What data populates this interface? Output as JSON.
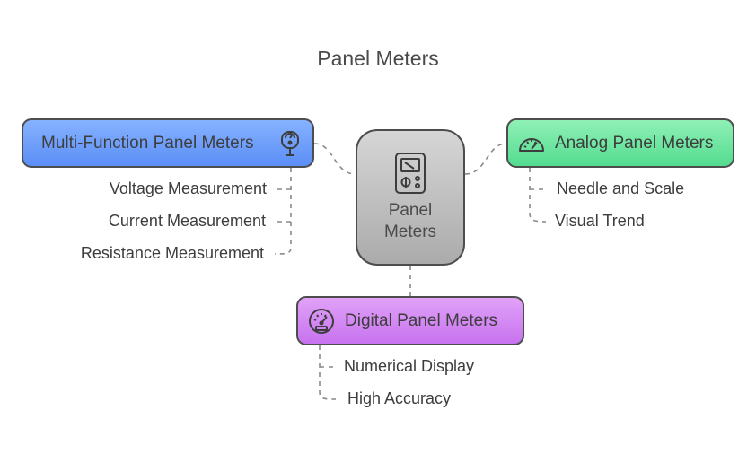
{
  "title": "Panel Meters",
  "center": {
    "label_line1": "Panel",
    "label_line2": "Meters",
    "icon": "multimeter-icon"
  },
  "branches": {
    "multi_function": {
      "label": "Multi-Function Panel Meters",
      "icon": "parking-meter-icon",
      "color": "#6b9bff",
      "items": [
        "Voltage Measurement",
        "Current Measurement",
        "Resistance Measurement"
      ]
    },
    "analog": {
      "label": "Analog Panel Meters",
      "icon": "gauge-icon",
      "color": "#5fe39a",
      "items": [
        "Needle and Scale",
        "Visual Trend"
      ]
    },
    "digital": {
      "label": "Digital Panel Meters",
      "icon": "speedometer-icon",
      "color": "#d080f2",
      "items": [
        "Numerical Display",
        "High Accuracy"
      ]
    }
  }
}
